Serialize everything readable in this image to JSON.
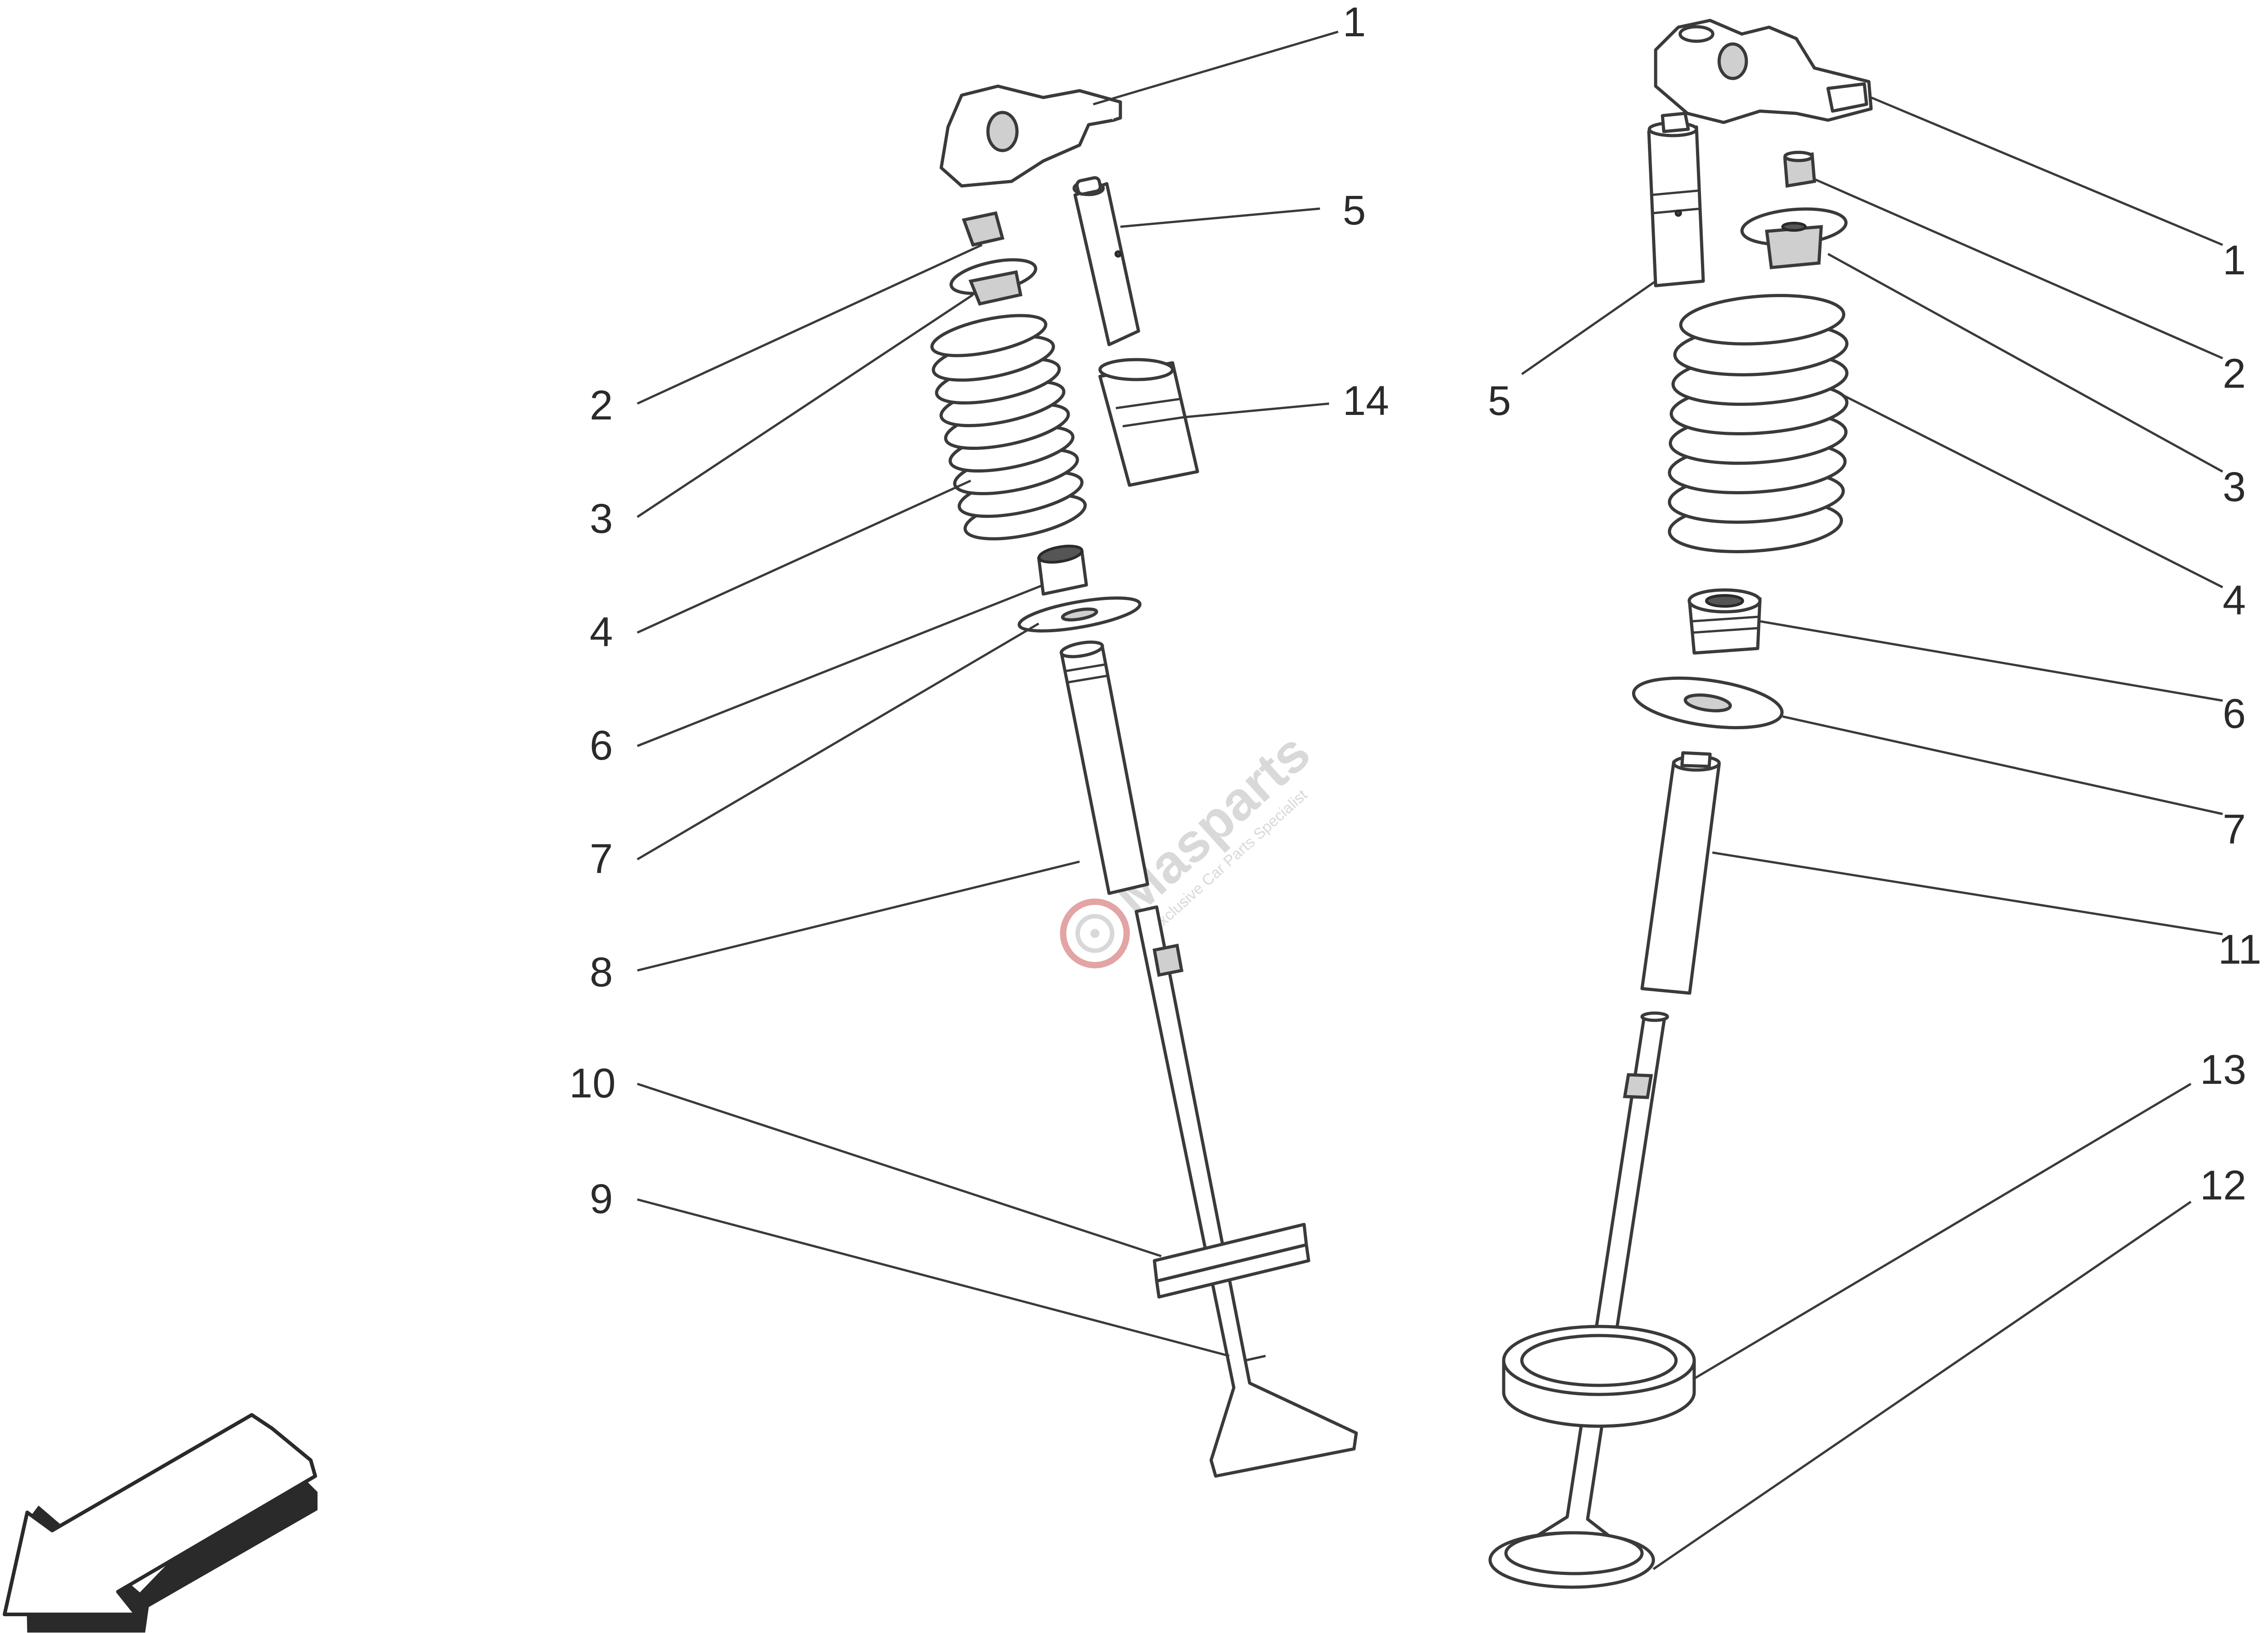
{
  "callouts": {
    "left": {
      "c1": "1",
      "c2": "2",
      "c3": "3",
      "c4": "4",
      "c5": "5",
      "c6": "6",
      "c7": "7",
      "c8": "8",
      "c9": "9",
      "c10": "10",
      "c14": "14"
    },
    "right": {
      "c1": "1",
      "c2": "2",
      "c3": "3",
      "c4": "4",
      "c5": "5",
      "c6": "6",
      "c7": "7",
      "c11": "11",
      "c12": "12",
      "c13": "13"
    }
  },
  "watermark": {
    "brand": "Masparts",
    "tagline": "Exclusive Car Parts Specialist"
  },
  "icons": {
    "direction": "arrow-left-down-icon",
    "logo": "gear-logo-icon"
  }
}
